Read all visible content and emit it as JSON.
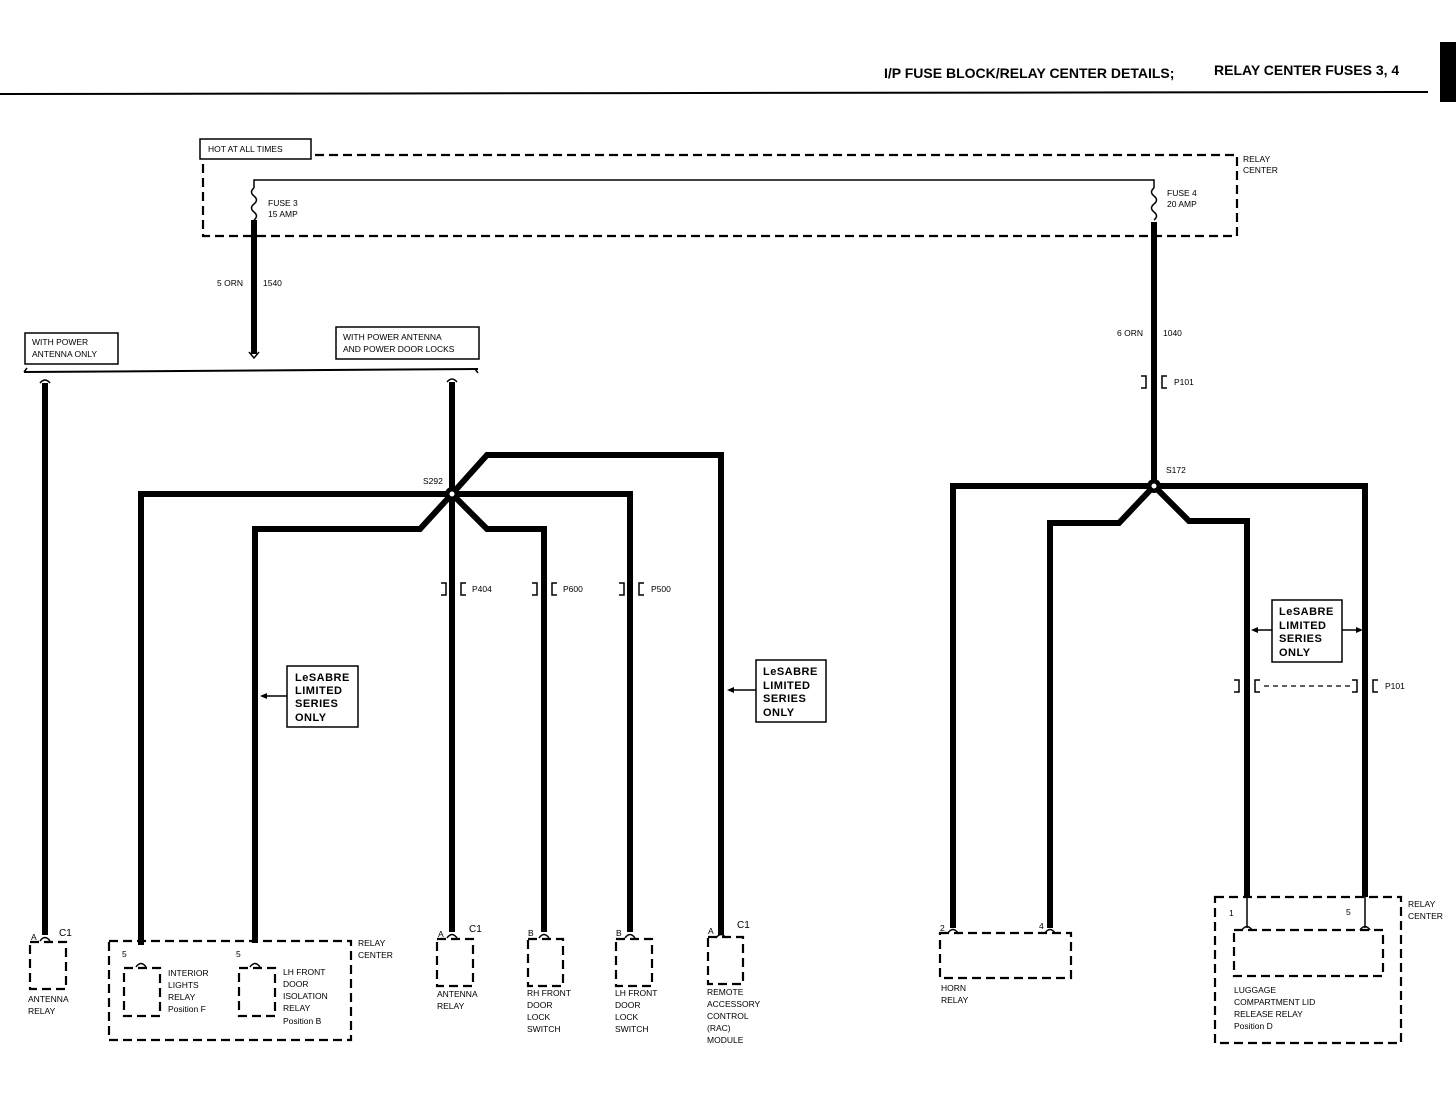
{
  "header": {
    "title_left": "I/P FUSE BLOCK/RELAY CENTER DETAILS;",
    "title_right": "RELAY CENTER FUSES 3, 4"
  },
  "relay_center": {
    "label_line1": "RELAY",
    "label_line2": "CENTER",
    "hot_label": "HOT AT ALL TIMES",
    "fuse3_name": "FUSE 3",
    "fuse3_rating": "15 AMP",
    "fuse4_name": "FUSE 4",
    "fuse4_rating": "20 AMP"
  },
  "wires": {
    "w1540_gauge": "5 ORN",
    "w1540_circuit": "1540",
    "w1040_gauge": "6 ORN",
    "w1040_circuit": "1040"
  },
  "options": {
    "power_antenna_l1": "WITH POWER",
    "power_antenna_l2": "ANTENNA ONLY",
    "power_both_l1": "WITH POWER ANTENNA",
    "power_both_l2": "AND POWER DOOR LOCKS",
    "lesabre_l1": "LeSABRE",
    "lesabre_l2": "LIMITED",
    "lesabre_l3": "SERIES",
    "lesabre_l4": "ONLY"
  },
  "splices": {
    "s292": "S292",
    "s172": "S172"
  },
  "connectors": {
    "p404": "P404",
    "p600": "P600",
    "p500": "P500",
    "p101": "P101",
    "c1": "C1",
    "pin_a": "A",
    "pin_b": "B",
    "pin_5": "5",
    "pin_2": "2",
    "pin_4": "4",
    "pin_1": "1"
  },
  "components": {
    "antenna_relay_l1": "ANTENNA",
    "antenna_relay_l2": "RELAY",
    "interior_l1": "INTERIOR",
    "interior_l2": "LIGHTS",
    "interior_l3": "RELAY",
    "interior_pos": "Position F",
    "lh_iso_l1": "LH FRONT",
    "lh_iso_l2": "DOOR",
    "lh_iso_l3": "ISOLATION",
    "lh_iso_l4": "RELAY",
    "lh_iso_pos": "Position B",
    "rh_sw_l1": "RH FRONT",
    "lh_sw_l1": "LH FRONT",
    "door": "DOOR",
    "lock": "LOCK",
    "switch": "SWITCH",
    "rac_l1": "REMOTE",
    "rac_l2": "ACCESSORY",
    "rac_l3": "CONTROL",
    "rac_l4": "(RAC)",
    "rac_l5": "MODULE",
    "horn_l1": "HORN",
    "horn_l2": "RELAY",
    "lug_l1": "LUGGAGE",
    "lug_l2": "COMPARTMENT LID",
    "lug_l3": "RELEASE RELAY",
    "lug_pos": "Position D"
  }
}
